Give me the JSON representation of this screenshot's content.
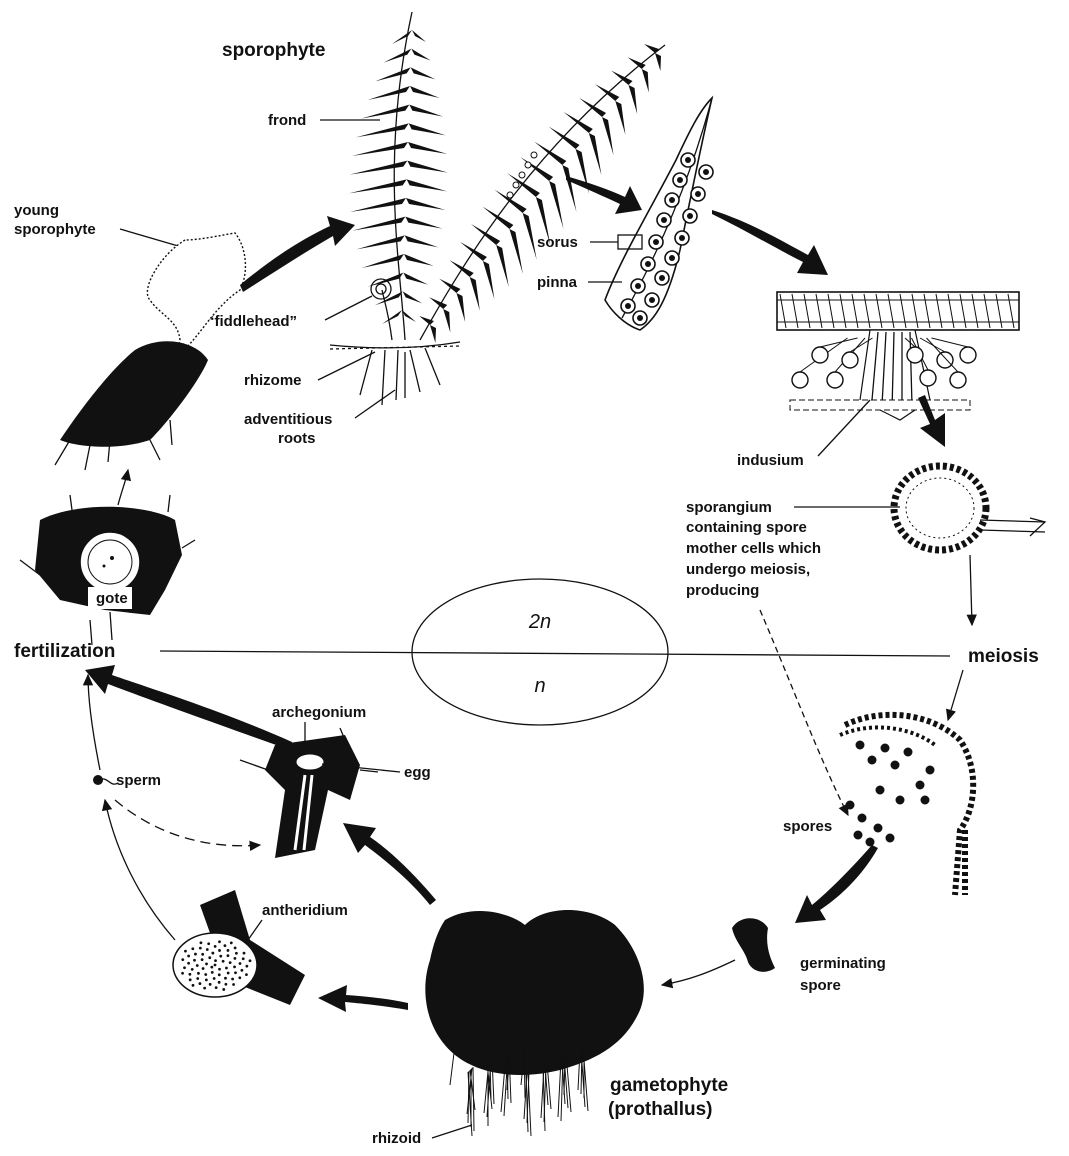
{
  "phases": {
    "diploid": "2n",
    "haploid": "n"
  },
  "stages": {
    "sporophyte": "sporophyte",
    "fertilization": "fertilization",
    "meiosis": "meiosis",
    "gametophyte_line1": "gametophyte",
    "gametophyte_line2": "(prothallus)"
  },
  "labels": {
    "frond": "frond",
    "young_sporophyte_1": "young",
    "young_sporophyte_2": "sporophyte",
    "fiddlehead": "“fiddlehead”",
    "rhizome": "rhizome",
    "adventitious_1": "adventitious",
    "adventitious_2": "roots",
    "sorus": "sorus",
    "pinna": "pinna",
    "indusium": "indusium",
    "sporangium_1": "sporangium",
    "sporangium_2": "containing spore",
    "sporangium_3": "mother cells which",
    "sporangium_4": "undergo meiosis,",
    "sporangium_5": "producing",
    "spores": "spores",
    "germinating_1": "germinating",
    "germinating_2": "spore",
    "rhizoid": "rhizoid",
    "antheridium": "antheridium",
    "archegonium": "archegonium",
    "egg": "egg",
    "sperm": "sperm",
    "zygote_partial": "gote"
  },
  "colors": {
    "ink": "#111111",
    "background": "#ffffff"
  }
}
